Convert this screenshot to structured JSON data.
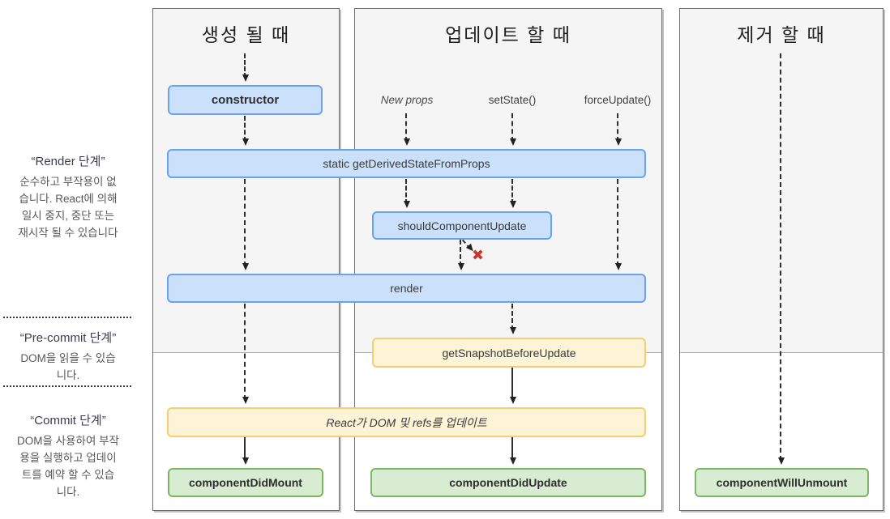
{
  "columns": {
    "mount": {
      "title": "생성 될 때"
    },
    "update": {
      "title": "업데이트 할 때"
    },
    "unmount": {
      "title": "제거 할 때"
    }
  },
  "phases": {
    "render": {
      "title": "“Render 단계”",
      "lines": [
        "순수하고 부작용이 없",
        "습니다. React에 의해",
        "일시 중지, 중단 또는",
        "재시작 될 수 있습니다"
      ]
    },
    "precommit": {
      "title": "“Pre-commit 단계”",
      "lines": [
        "DOM을 읽을 수 있습",
        "니다."
      ]
    },
    "commit": {
      "title": "“Commit 단계”",
      "lines": [
        "DOM을 사용하여 부작",
        "용을 실행하고 업데이",
        "트를 예약 할 수 있습",
        "니다."
      ]
    }
  },
  "triggers": {
    "new_props": "New props",
    "set_state": "setState()",
    "force_update": "forceUpdate()"
  },
  "nodes": {
    "constructor": "constructor",
    "get_derived_state": "static getDerivedStateFromProps",
    "should_component_update": "shouldComponentUpdate",
    "render": "render",
    "get_snapshot": "getSnapshotBeforeUpdate",
    "react_dom_update": "React가 DOM 및 refs를 업데이트",
    "component_did_mount": "componentDidMount",
    "component_did_update": "componentDidUpdate",
    "component_will_unmount": "componentWillUnmount"
  },
  "icons": {
    "cancel_x": "✖"
  },
  "colors": {
    "blue_fill": "#cbe1fb",
    "blue_border": "#66a4f2",
    "yellow_fill": "#fdf3d6",
    "yellow_border": "#f3cf72",
    "green_fill": "#d8ecd2",
    "green_border": "#7eb561",
    "panel_bg": "#f5f5f6",
    "cancel_red": "#cf3527"
  }
}
